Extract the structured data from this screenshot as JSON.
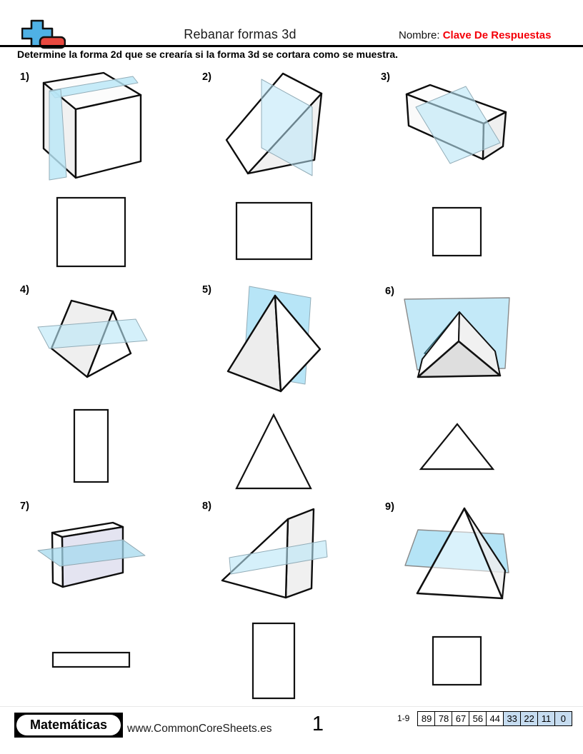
{
  "header": {
    "title": "Rebanar formas 3d",
    "name_label": "Nombre:",
    "name_value": "Clave De Respuestas"
  },
  "instruction": "Determine la forma 2d que se crearía si la forma 3d se cortara como se muestra.",
  "problems": [
    {
      "label": "1)",
      "figure": "cube-with-vertical-slice-plane",
      "answer": "square"
    },
    {
      "label": "2)",
      "figure": "tilted-triangular-prism-with-vertical-slice-plane",
      "answer": "rectangle"
    },
    {
      "label": "3)",
      "figure": "long-rectangular-prism-with-perpendicular-slice-plane",
      "answer": "square"
    },
    {
      "label": "4)",
      "figure": "tent-triangular-prism-with-horizontal-slice-plane",
      "answer": "tall-rectangle"
    },
    {
      "label": "5)",
      "figure": "square-pyramid-with-vertical-slice-through-apex",
      "answer": "triangle"
    },
    {
      "label": "6)",
      "figure": "triangular-prism-with-slice-plane-parallel-to-triangular-face",
      "answer": "wide-triangle"
    },
    {
      "label": "7)",
      "figure": "thin-rectangular-prism-with-horizontal-slice-plane",
      "answer": "thin-rectangle"
    },
    {
      "label": "8)",
      "figure": "upright-triangular-prism-with-horizontal-slice-plane",
      "answer": "tall-rectangle"
    },
    {
      "label": "9)",
      "figure": "square-pyramid-with-horizontal-slice-plane",
      "answer": "square"
    }
  ],
  "footer": {
    "brand": "Matemáticas",
    "website": "www.CommonCoreSheets.es",
    "page_number": "1",
    "score_label": "1-9",
    "score_cells": [
      {
        "value": "89",
        "highlighted": false
      },
      {
        "value": "78",
        "highlighted": false
      },
      {
        "value": "67",
        "highlighted": false
      },
      {
        "value": "56",
        "highlighted": false
      },
      {
        "value": "44",
        "highlighted": false
      },
      {
        "value": "33",
        "highlighted": true
      },
      {
        "value": "22",
        "highlighted": true
      },
      {
        "value": "11",
        "highlighted": true
      },
      {
        "value": "0",
        "highlighted": true
      }
    ]
  },
  "colors": {
    "slice_plane_blue": "#b9e6f7",
    "answer_key_red": "#f40009",
    "logo_blue": "#4fb1e5",
    "logo_red": "#e8483f",
    "score_highlight_blue": "#c6dcf0"
  }
}
